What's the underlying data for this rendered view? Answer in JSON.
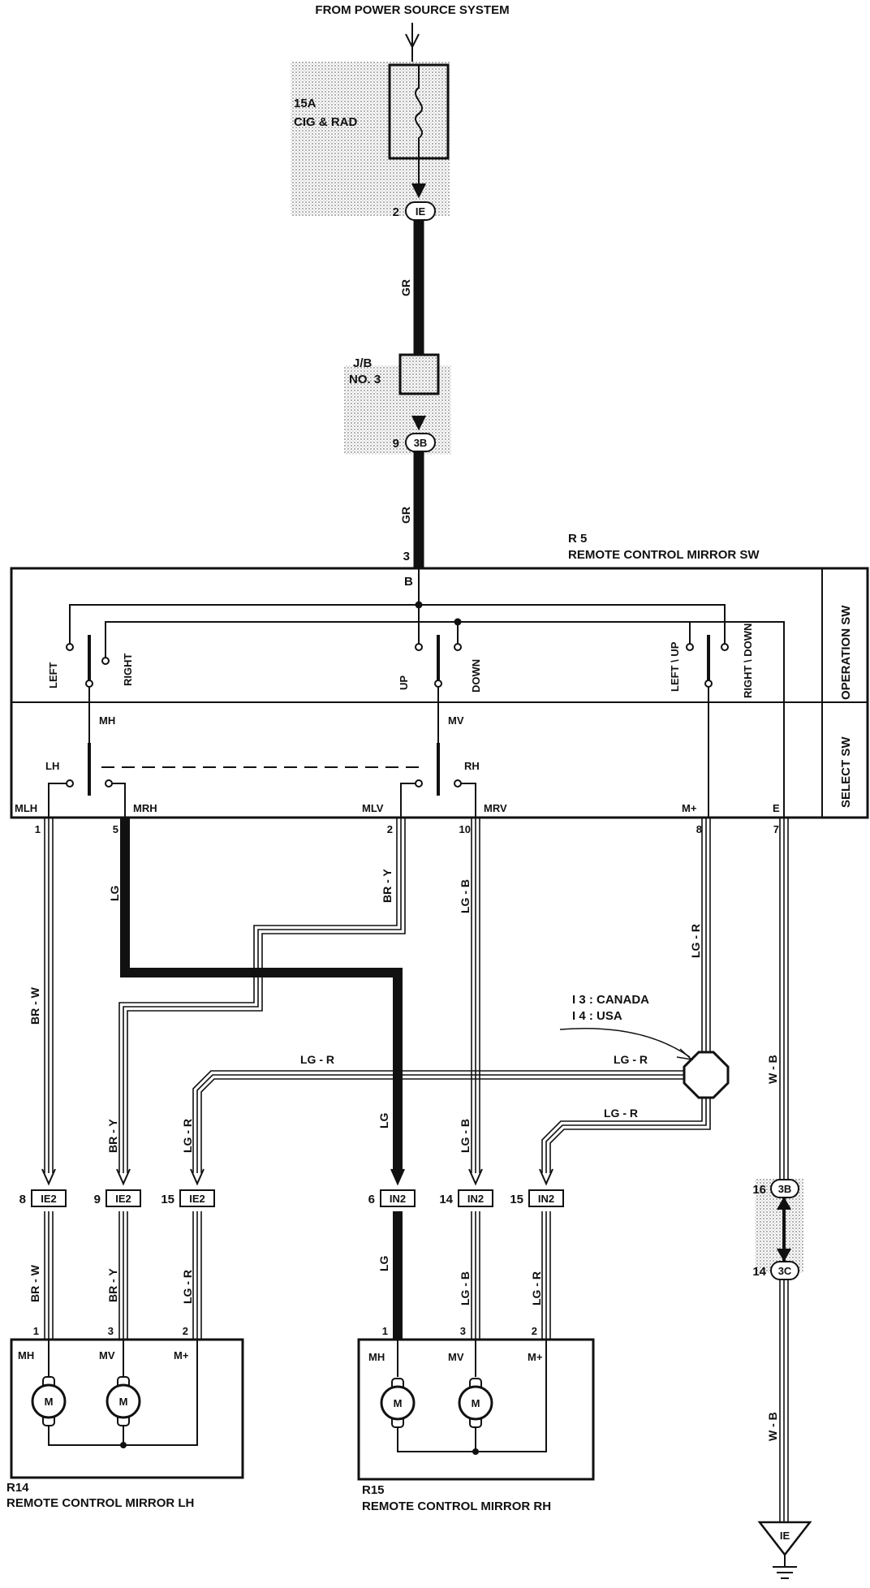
{
  "power_source": "FROM POWER SOURCE SYSTEM",
  "fuse": {
    "rating": "15A",
    "name": "CIG & RAD"
  },
  "jb": {
    "line1": "J/B",
    "line2": "NO. 3"
  },
  "connectors": {
    "ie_top": {
      "pin": "2",
      "code": "IE"
    },
    "b3_top": {
      "pin": "9",
      "code": "3B"
    },
    "b3_ground": {
      "pin": "16",
      "code": "3B"
    },
    "c3_ground": {
      "pin": "14",
      "code": "3C"
    },
    "ground": "IE"
  },
  "switch": {
    "id": "R 5",
    "name": "REMOTE CONTROL MIRROR SW",
    "section_operation": "OPERATION SW",
    "section_select": "SELECT SW",
    "supply_pin": "3",
    "b_label": "B",
    "contacts": {
      "left": "LEFT",
      "right": "RIGHT",
      "up": "UP",
      "down": "DOWN",
      "left_up": "LEFT \\ UP",
      "right_down": "RIGHT \\ DOWN",
      "mh": "MH",
      "mv": "MV",
      "lh": "LH",
      "rh": "RH"
    },
    "terminals": [
      {
        "name": "MLH",
        "pin": "1"
      },
      {
        "name": "MRH",
        "pin": "5"
      },
      {
        "name": "MLV",
        "pin": "2"
      },
      {
        "name": "MRV",
        "pin": "10"
      },
      {
        "name": "M+",
        "pin": "8"
      },
      {
        "name": "E",
        "pin": "7"
      }
    ]
  },
  "wires": {
    "gr": "GR",
    "brw": "BR - W",
    "lg": "LG",
    "bry": "BR - Y",
    "lgb": "LG - B",
    "lgr": "LG - R",
    "wb": "W - B"
  },
  "junction": {
    "line1": "I  3 : CANADA",
    "line2": "I  4 : USA"
  },
  "lh_connectors": [
    {
      "pin": "8",
      "code": "IE2"
    },
    {
      "pin": "9",
      "code": "IE2"
    },
    {
      "pin": "15",
      "code": "IE2"
    }
  ],
  "rh_connectors": [
    {
      "pin": "6",
      "code": "IN2"
    },
    {
      "pin": "14",
      "code": "IN2"
    },
    {
      "pin": "15",
      "code": "IN2"
    }
  ],
  "mirror_lh": {
    "id": "R14",
    "name": "REMOTE CONTROL MIRROR LH",
    "pins": [
      "1",
      "3",
      "2"
    ],
    "terms": [
      "MH",
      "MV",
      "M+"
    ],
    "motor": "M"
  },
  "mirror_rh": {
    "id": "R15",
    "name": "REMOTE CONTROL MIRROR RH",
    "pins": [
      "1",
      "3",
      "2"
    ],
    "terms": [
      "MH",
      "MV",
      "M+"
    ],
    "motor": "M"
  }
}
